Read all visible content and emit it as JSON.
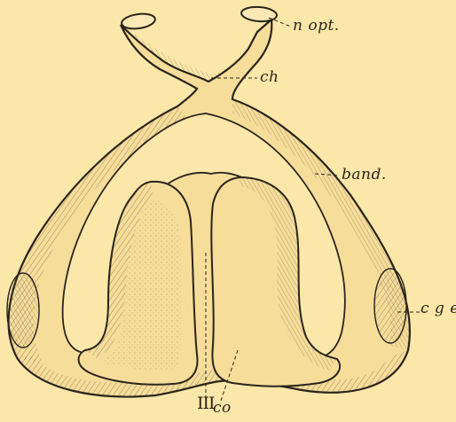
{
  "figure": {
    "background": "#fbe7a9",
    "ink": "#2a241c",
    "labels": {
      "n_opt": "n opt.",
      "ch": "ch",
      "band": "band.",
      "cge": "c g e",
      "co": "co",
      "III": "III"
    }
  }
}
